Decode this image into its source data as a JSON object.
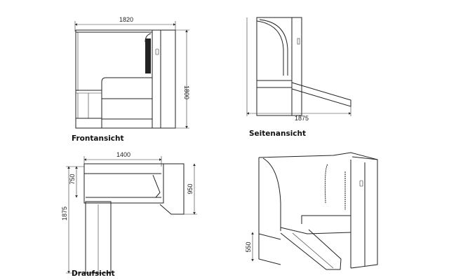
{
  "views": {
    "front": {
      "caption": "Frontansicht",
      "width_label": "1820",
      "height_label": "1800"
    },
    "side": {
      "caption": "Seitenansicht",
      "depth_label": "1875"
    },
    "top": {
      "caption": "Draufsicht",
      "width_label": "1400",
      "inner_depth_label": "750",
      "right_depth_label": "950",
      "total_depth_label": "1875"
    },
    "iso": {
      "step_height_label": "550"
    }
  },
  "colors": {
    "line": "#222222",
    "background": "#ffffff"
  }
}
